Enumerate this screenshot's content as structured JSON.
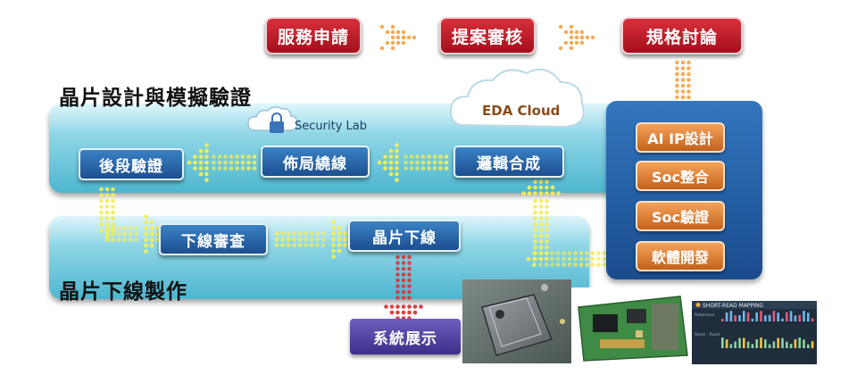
{
  "top_steps": [
    "服務申請",
    "提案審核",
    "規格討論"
  ],
  "design_section": {
    "title": "晶片設計與模擬驗證",
    "steps": [
      "後段驗證",
      "佈局繞線",
      "邏輯合成"
    ]
  },
  "tapeout_section": {
    "title": "晶片下線製作",
    "steps": [
      "下線審查",
      "晶片下線"
    ]
  },
  "cloud_label": "EDA Cloud",
  "security_lab_label": "Security Lab",
  "right_panel_items": [
    "AI IP設計",
    "Soc整合",
    "Soc驗證",
    "軟體開發"
  ],
  "demo_label": "系統展示",
  "thumbnail_title": "SHORT-READ MAPPING",
  "thumbnail_labels": [
    "Reference",
    "Short - Read"
  ],
  "colors": {
    "red": "#c01d2b",
    "band_cyan": "#6cc6da",
    "button_blue": "#2a68ab",
    "orange": "#e07f36",
    "purple": "#4f42a3",
    "dots_yellow": "#f3ee55",
    "dots_orange": "#f2a54a",
    "dots_red": "#d8373c"
  }
}
